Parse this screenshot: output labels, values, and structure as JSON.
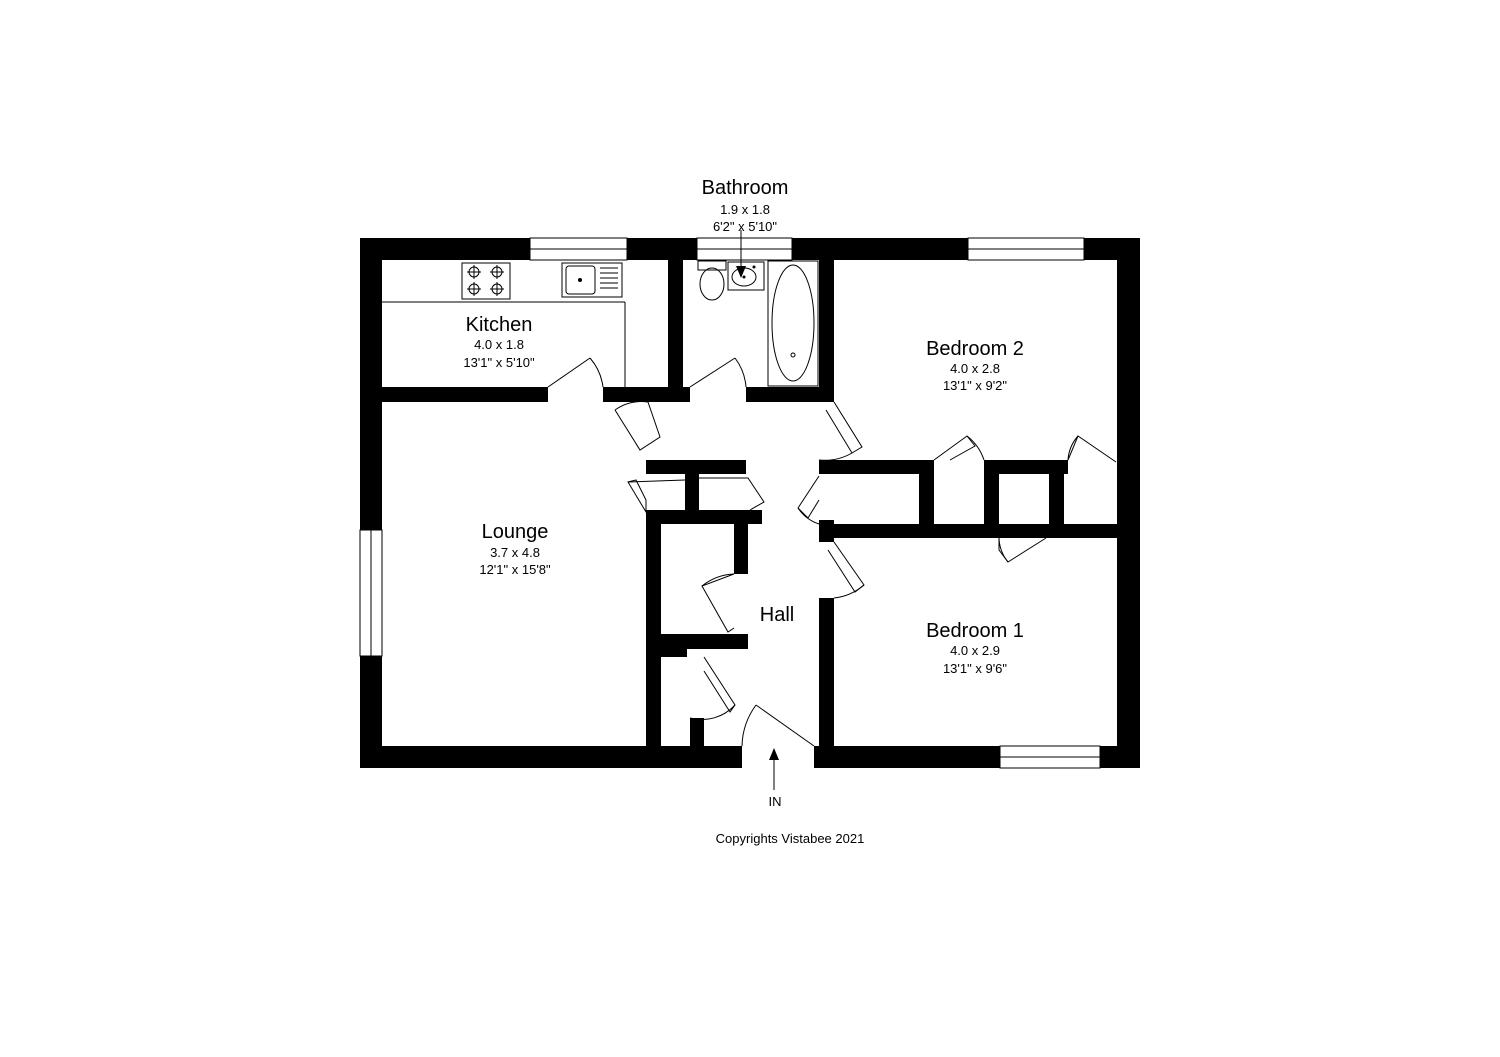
{
  "rooms": {
    "bathroom": {
      "name": "Bathroom",
      "metric": "1.9 x 1.8",
      "imperial": "6'2\" x 5'10\""
    },
    "kitchen": {
      "name": "Kitchen",
      "metric": "4.0 x 1.8",
      "imperial": "13'1\" x 5'10\""
    },
    "bedroom2": {
      "name": "Bedroom 2",
      "metric": "4.0 x 2.8",
      "imperial": "13'1\" x 9'2\""
    },
    "lounge": {
      "name": "Lounge",
      "metric": "3.7 x 4.8",
      "imperial": "12'1\" x 15'8\""
    },
    "hall": {
      "name": "Hall"
    },
    "bedroom1": {
      "name": "Bedroom 1",
      "metric": "4.0 x 2.9",
      "imperial": "13'1\" x 9'6\""
    }
  },
  "entrance_label": "IN",
  "copyright": "Copyrights Vistabee 2021"
}
